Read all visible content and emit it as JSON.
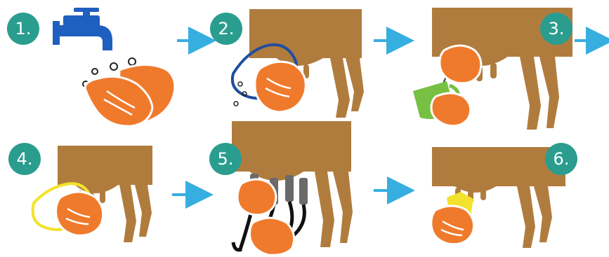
{
  "steps": [
    {
      "number": "1.",
      "icon": "faucet-and-washing-hands-icon"
    },
    {
      "number": "2.",
      "icon": "washing-udder-with-cloth-icon"
    },
    {
      "number": "3.",
      "icon": "stripping-first-milk-into-cup-icon"
    },
    {
      "number": "4.",
      "icon": "drying-udder-with-towel-icon"
    },
    {
      "number": "5.",
      "icon": "attaching-milking-machine-icon"
    },
    {
      "number": "6.",
      "icon": "post-dipping-teats-icon"
    }
  ],
  "colors": {
    "badge": "#2a9d8f",
    "cow": "#b07c3e",
    "hand": "#f07a2c",
    "hand_outline": "#ffffff",
    "arrow": "#37aee0",
    "faucet": "#1f5fbf",
    "cloth": "#1f4ea0",
    "cup": "#76c043",
    "towel": "#f3e22b",
    "milker_gray": "#6a6a6a",
    "milker_black": "#111111",
    "dip_yellow": "#f3e22b"
  }
}
